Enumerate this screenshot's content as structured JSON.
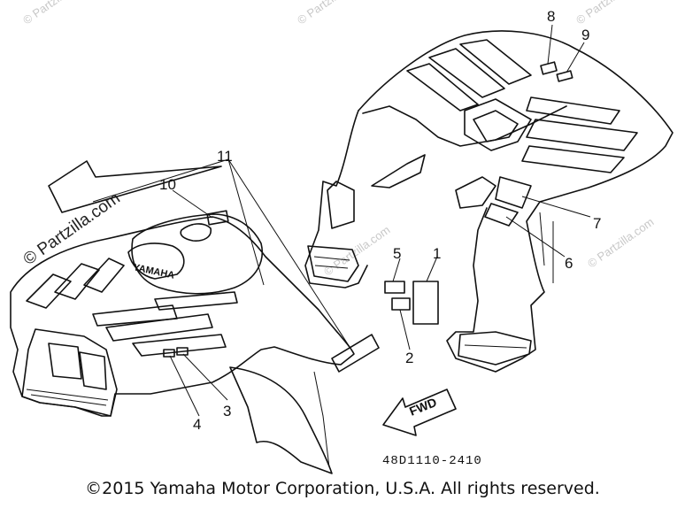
{
  "watermarks": {
    "top_left": "© Partzilla.com",
    "top_center": "© Partzilla.com",
    "top_right": "© Partzilla.com",
    "left": "© Partzilla.com",
    "right": "© Partzilla.com",
    "center": "© Partzilla.com"
  },
  "callouts": [
    "1",
    "2",
    "3",
    "4",
    "5",
    "6",
    "7",
    "8",
    "9",
    "10",
    "11"
  ],
  "fender_brand": "YAMAHA",
  "direction_arrow": "FWD",
  "part_number": "48D1110-2410",
  "copyright": "©2015  Yamaha Motor Corporation, U.S.A. All rights reserved."
}
